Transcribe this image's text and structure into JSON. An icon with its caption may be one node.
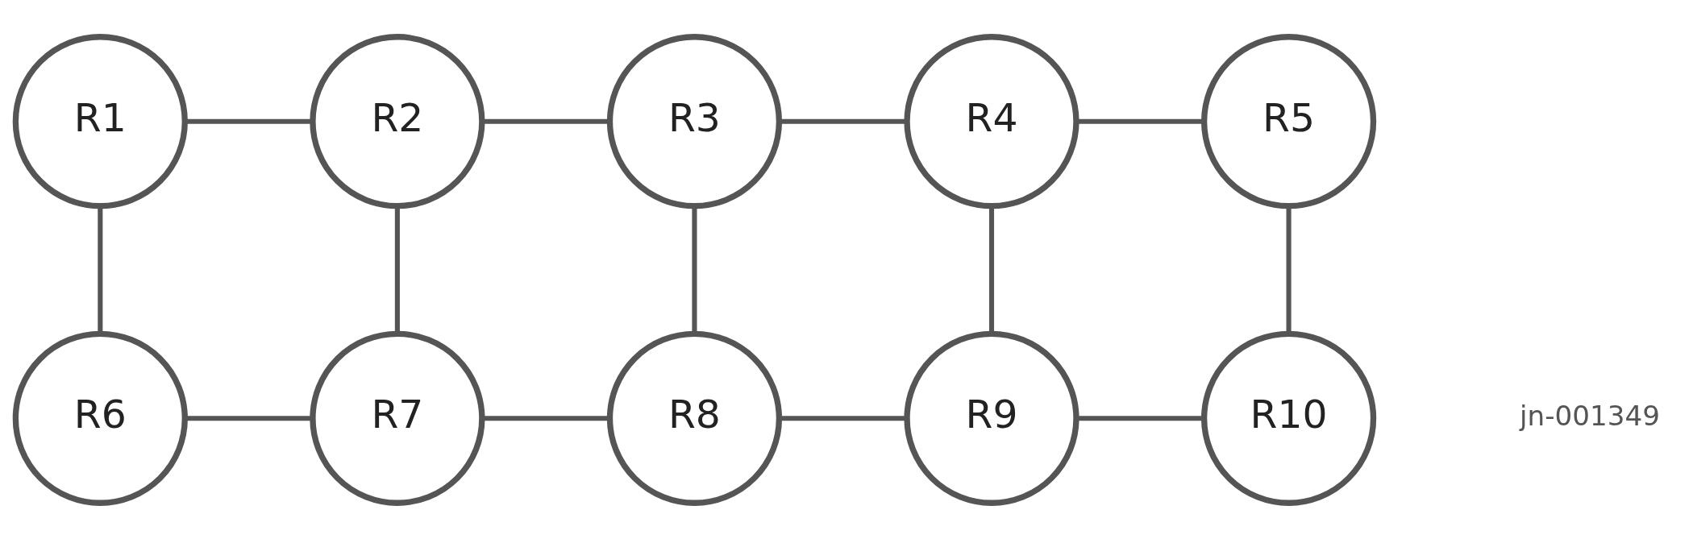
{
  "diagram": {
    "nodes": [
      {
        "text": [
          "R1"
        ]
      },
      {
        "text": [
          "R2"
        ]
      },
      {
        "text": [
          "R3"
        ]
      },
      {
        "text": [
          "R4"
        ]
      },
      {
        "text": [
          "R5"
        ]
      },
      {
        "text": [
          "R6"
        ]
      },
      {
        "text": [
          "R7"
        ]
      },
      {
        "text": [
          "R8"
        ]
      },
      {
        "text": [
          "R9"
        ]
      },
      {
        "text": [
          "R10"
        ]
      }
    ],
    "edges": [
      {
        "from": 0,
        "to": 1,
        "arrow": "none"
      },
      {
        "from": 1,
        "to": 2,
        "arrow": "none"
      },
      {
        "from": 2,
        "to": 3,
        "arrow": "none"
      },
      {
        "from": 3,
        "to": 4,
        "arrow": "none"
      },
      {
        "from": 0,
        "to": 5,
        "arrow": "none"
      },
      {
        "from": 1,
        "to": 6,
        "arrow": "none"
      },
      {
        "from": 2,
        "to": 7,
        "arrow": "none"
      },
      {
        "from": 3,
        "to": 8,
        "arrow": "none"
      },
      {
        "from": 4,
        "to": 9,
        "arrow": "none"
      },
      {
        "from": 5,
        "to": 6,
        "arrow": "none"
      },
      {
        "from": 6,
        "to": 7,
        "arrow": "none"
      },
      {
        "from": 7,
        "to": 8,
        "arrow": "none"
      },
      {
        "from": 8,
        "to": 9,
        "arrow": "none"
      }
    ],
    "labels": [
      "jn-001349"
    ]
  }
}
